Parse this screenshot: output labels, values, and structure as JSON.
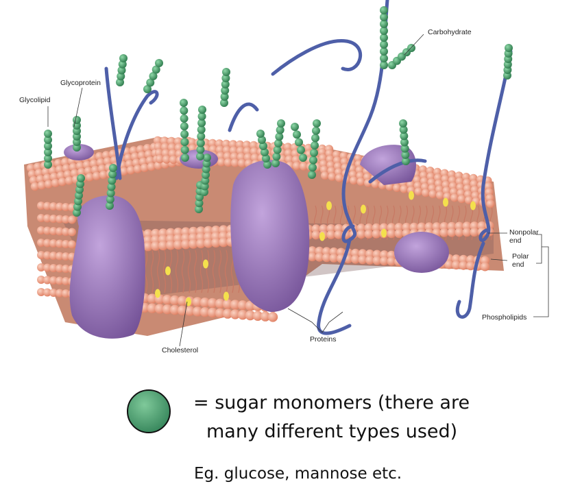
{
  "labels": {
    "glycoprotein": "Glycoprotein",
    "glycolipid": "Glycolipid",
    "carbohydrate": "Carbohydrate",
    "nonpolar_end": [
      "Nonpolar",
      "end"
    ],
    "polar_end": [
      "Polar",
      "end"
    ],
    "phospholipids": "Phospholipids",
    "cholesterol": "Cholesterol",
    "proteins": "Proteins"
  },
  "legend": {
    "line1": "= sugar monomers (there are",
    "line2": "many different types used)",
    "example": "Eg. glucose, mannose etc."
  },
  "colors": {
    "sugar": "#3f9a63",
    "phospholipid_head": "#ef9a80",
    "protein": "#9b74b8",
    "protein_chain": "#4e5fa8",
    "cholesterol": "#f4e04d"
  }
}
